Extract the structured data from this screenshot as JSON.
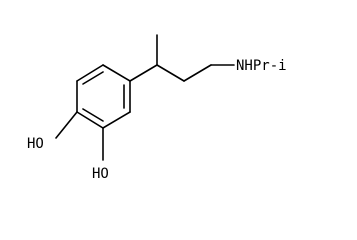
{
  "molecule": {
    "labels": {
      "amine": "NHPr-i",
      "hydroxyl_upper": "HO",
      "hydroxyl_lower": "HO"
    },
    "colors": {
      "bond": "#000000",
      "text": "#000000",
      "background": "#ffffff"
    }
  }
}
